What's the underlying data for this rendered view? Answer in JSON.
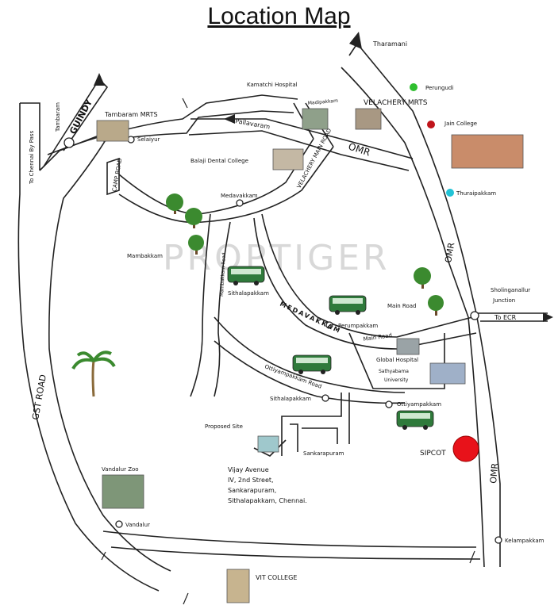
{
  "title": "Location Map",
  "watermark": "PROPTIGER",
  "roads": {
    "gst_road": "GST ROAD",
    "omr_top": "OMR",
    "omr_right": "OMR",
    "omr_lower": "OMR",
    "guindy": "GUINDY",
    "camp_road": "CAMP ROAD",
    "velachery_main_road": "VELACHERY MAIN ROAD",
    "pallavaram": "Pallavaram",
    "medavakkam_road": "MEDAVAKKAM",
    "mambakkam_road": "Mambakkam Road",
    "main_road_1": "Main Road",
    "main_road_2": "Main Road",
    "ottiyampakkam_road": "Ottiyampakkam Road",
    "to_chennai_bypass": "To Chennai By Pass",
    "to_ecr": "To ECR",
    "tharamani": "Tharamani"
  },
  "places": {
    "tambaram": "Tambaram",
    "tambaram_mrts": "Tambaram MRTS",
    "selaiyur": "Selaiyur",
    "kamatchi_hospital": "Kamatchi Hospital",
    "madipakkam": "Madipakkam",
    "velachery_mrts": "VELACHERY MRTS",
    "perungudi": "Perungudi",
    "jain_college": "Jain College",
    "thuraipakkam": "Thuraipakkam",
    "balaji_dental": "Balaji Dental College",
    "medavakkam": "Medavakkam",
    "mambakkam": "Mambakkam",
    "sithalapakkam_1": "Sithalapakkam",
    "perumpakkam": "Perumpakkam",
    "sholinganallur": "Sholinganallur",
    "junction": "Junction",
    "global_hospital": "Global Hospital",
    "sathyabama_1": "Sathyabama",
    "sathyabama_2": "University",
    "sithalapakkam_2": "Sithalapakkam",
    "ottiyampakkam": "Ottiyampakkam",
    "proposed_site": "Proposed Site",
    "sankarapuram": "Sankarapuram",
    "sipcot": "SIPCOT",
    "vandalur_zoo": "Vandalur Zoo",
    "vandalur": "Vandalur",
    "kelampakkam": "Kelampakkam",
    "vit_college": "VIT COLLEGE"
  },
  "address": [
    "Vijay Avenue",
    "IV, 2nd Street,",
    "Sankarapuram,",
    "Sithalapakkam, Chennai."
  ],
  "colors": {
    "perungudi": "#2fbf2f",
    "jain_college": "#c0151b",
    "thuraipakkam": "#22c3d6",
    "sipcot": "#e8121a",
    "road": "#222222",
    "tree": "#3b8a2f",
    "bus": "#2f7a3b"
  }
}
